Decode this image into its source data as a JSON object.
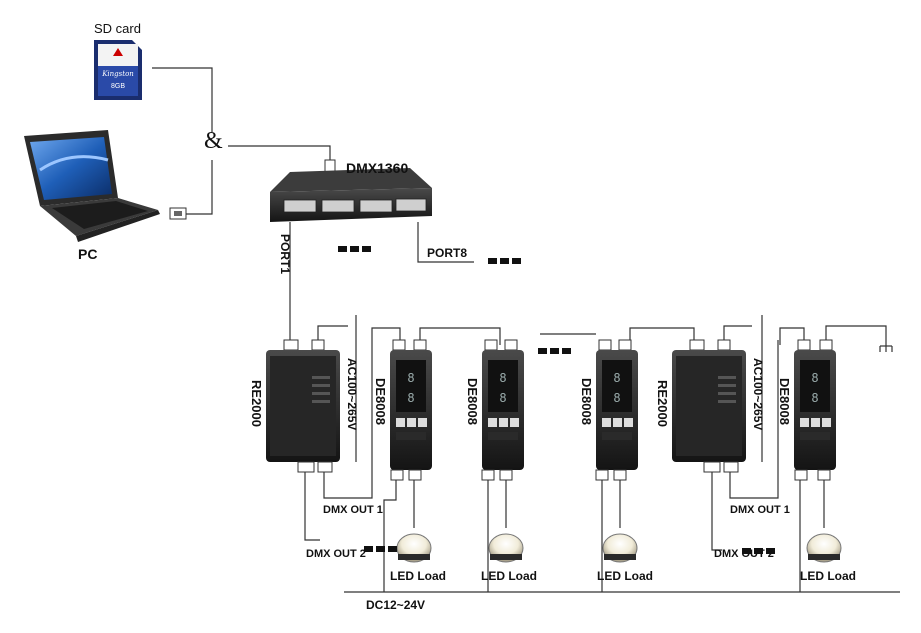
{
  "labels": {
    "sd_card": "SD card",
    "ampersand": "&",
    "pc": "PC",
    "controller": "DMX1360",
    "port1": "PORT1",
    "port8": "PORT8",
    "dmx_out_1": "DMX OUT 1",
    "dmx_out_2": "DMX OUT 2",
    "power_dc": "DC12~24V",
    "power_ac": "AC100~265V",
    "repeater": "RE2000",
    "decoder": "DE8008",
    "led_load": "LED Load",
    "sd_brand": "Kingston",
    "sd_capacity": "8GB"
  },
  "colors": {
    "line": "#333333",
    "device_dark": "#1e1e1e",
    "device_mid": "#3a3a3a",
    "screen_blue": "#1f5fb8",
    "led_white": "#f4f1e6"
  },
  "icons": [
    "sd-card-icon",
    "laptop-icon",
    "usb-plug-icon",
    "rj45-port-icon",
    "led-bulb-icon",
    "segment-display-icon"
  ]
}
